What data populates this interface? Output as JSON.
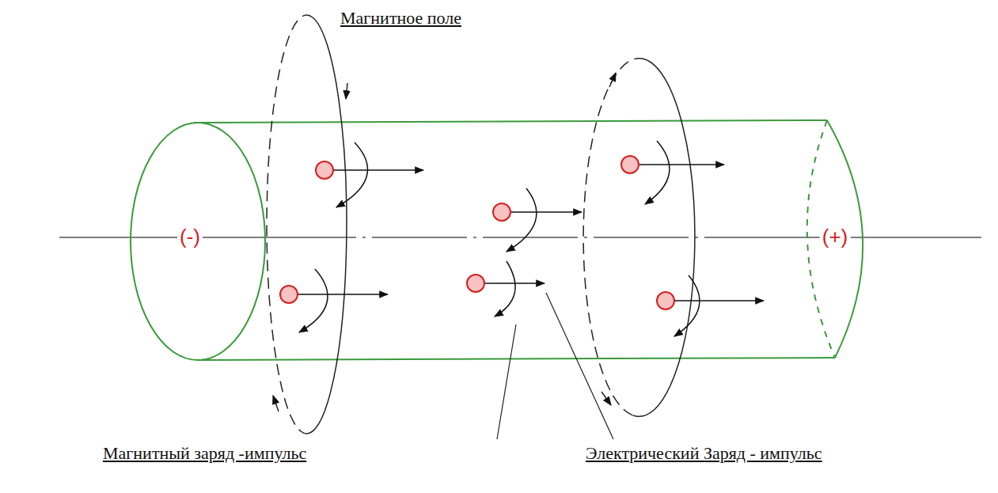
{
  "diagram": {
    "labels": [
      "Магнитное поле",
      "(-)",
      "(+)",
      "Магнитный заряд -импульс",
      "Электрический Заряд - импульс"
    ]
  }
}
